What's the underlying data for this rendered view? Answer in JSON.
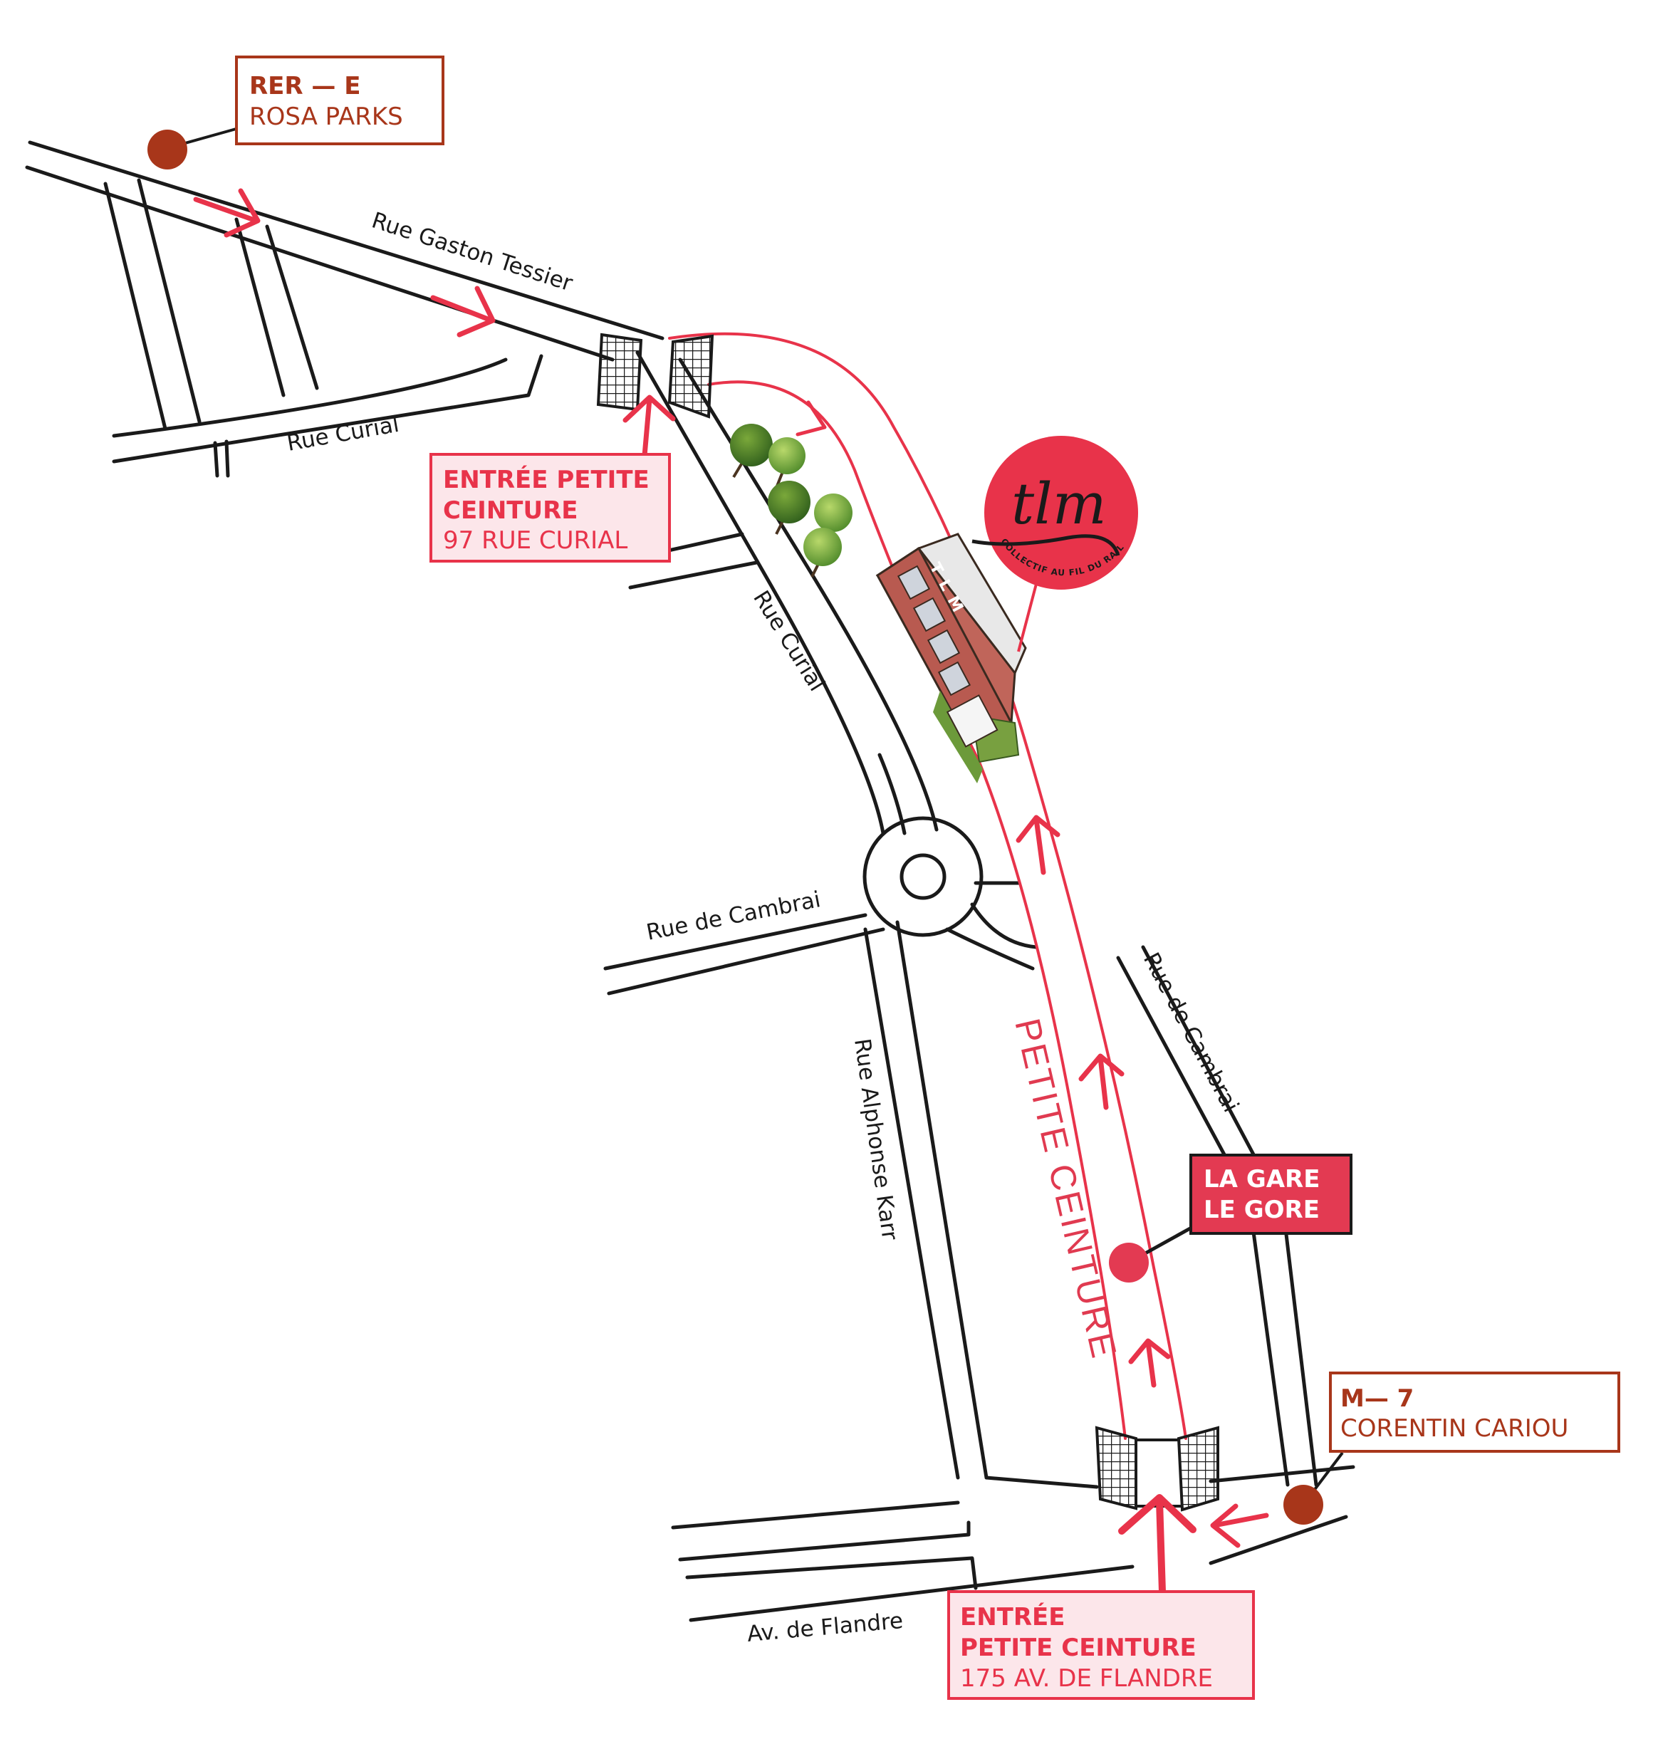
{
  "colors": {
    "road": "#1a1a1a",
    "route": "#e8334a",
    "transit": "#a8361a",
    "box_fill_pink": "#fce6ea",
    "gore_fill": "#e33a52",
    "building": "#c0655a",
    "greenery": "#6c9a3a"
  },
  "streets": {
    "gaston_tessier": "Rue Gaston Tessier",
    "curial_west": "Rue Curial",
    "curial_diag": "Rue Curial",
    "cambrai_west": "Rue de Cambrai",
    "cambrai_east": "Rue de Cambrai",
    "alphonse_karr": "Rue Alphonse Karr",
    "flandre": "Av. de Flandre"
  },
  "rail_label": "PETITE CEINTURE",
  "rer_box": {
    "line": "RER — E",
    "station": "ROSA PARKS"
  },
  "metro_box": {
    "line": "M— 7",
    "station": "CORENTIN CARIOU"
  },
  "entry_north": {
    "line1": "ENTRÉE PETITE",
    "line2": "CEINTURE",
    "address": "97 RUE CURIAL"
  },
  "entry_south": {
    "line1": "ENTRÉE",
    "line2": "PETITE CEINTURE",
    "address": "175 AV. DE FLANDRE"
  },
  "gore_box": {
    "line1": "LA GARE",
    "line2": "LE GORE"
  },
  "logo": {
    "mark": "tlm",
    "ring_text": "COLLECTIF AU FIL DU RAIL",
    "building_sign": "TLM"
  },
  "icons": [
    "gate-icon",
    "tree-icon",
    "station-dot-icon",
    "direction-arrow-icon"
  ]
}
